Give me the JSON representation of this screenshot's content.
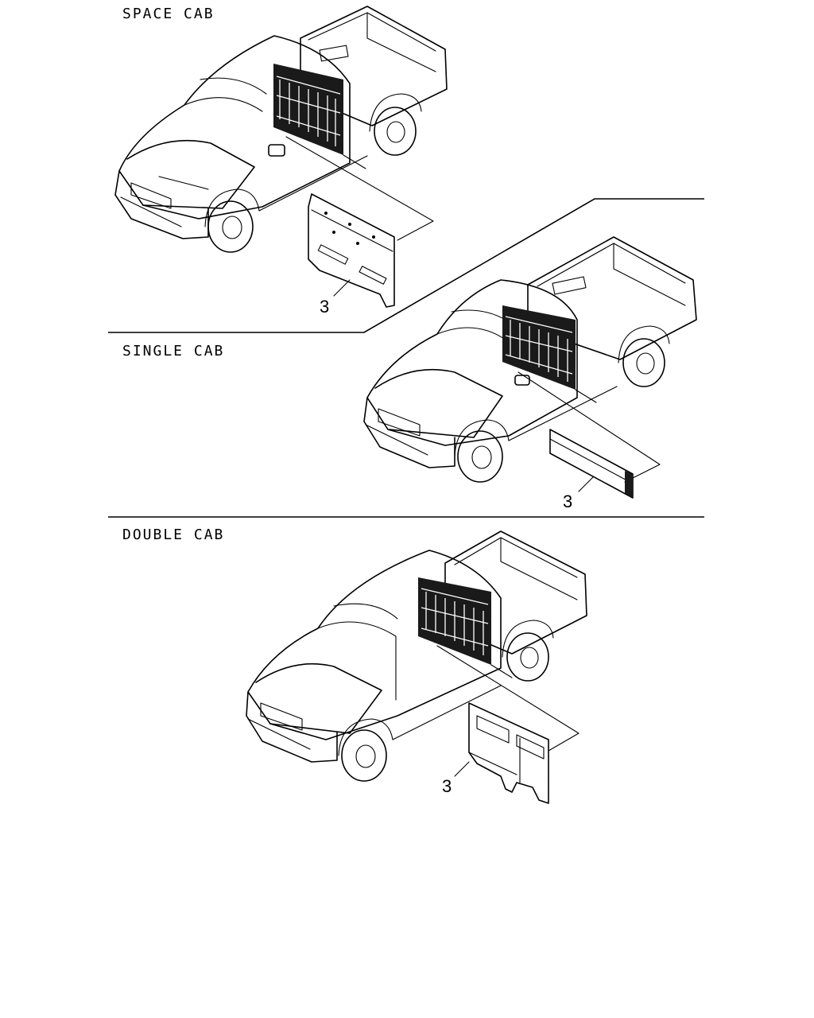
{
  "sections": [
    {
      "label": "SPACE CAB",
      "part_number": "3"
    },
    {
      "label": "SINGLE CAB",
      "part_number": "3"
    },
    {
      "label": "DOUBLE CAB",
      "part_number": "3"
    }
  ],
  "icons": [
    "space-cab-truck-illustration",
    "single-cab-truck-illustration",
    "double-cab-truck-illustration",
    "floor-insulator-part"
  ]
}
